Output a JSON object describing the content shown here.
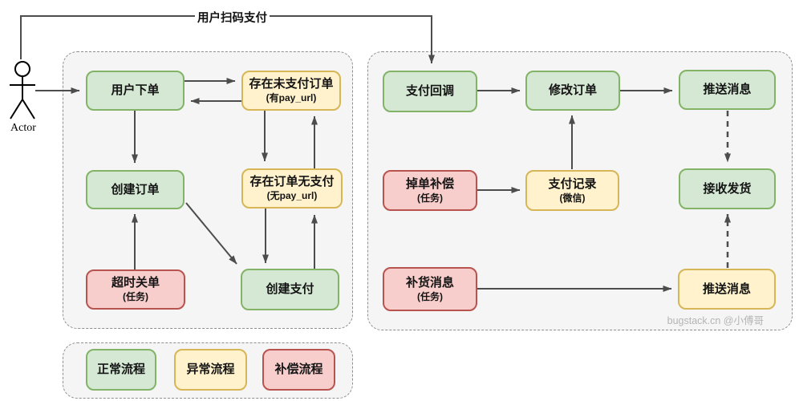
{
  "connector": {
    "label": "用户扫码支付"
  },
  "actor": {
    "label": "Actor"
  },
  "watermark": "bugstack.cn @小傅哥",
  "nodes": {
    "user_order": {
      "title": "用户下单"
    },
    "unpaid_order": {
      "title": "存在未支付订单",
      "subtitle": "(有pay_url)"
    },
    "create_order": {
      "title": "创建订单"
    },
    "order_without_pay": {
      "title": "存在订单无支付",
      "subtitle": "(无pay_url)"
    },
    "timeout_close": {
      "title": "超时关单",
      "subtitle": "(任务)"
    },
    "create_pay": {
      "title": "创建支付"
    },
    "pay_callback": {
      "title": "支付回调"
    },
    "modify_order": {
      "title": "修改订单"
    },
    "push_message_top": {
      "title": "推送消息"
    },
    "drop_order_comp": {
      "title": "掉单补偿",
      "subtitle": "(任务)"
    },
    "pay_record": {
      "title": "支付记录",
      "subtitle": "(微信)"
    },
    "receive_ship": {
      "title": "接收发货"
    },
    "restock_message": {
      "title": "补货消息",
      "subtitle": "(任务)"
    },
    "push_message_bottom": {
      "title": "推送消息"
    }
  },
  "legend": {
    "items": [
      {
        "label": "正常流程",
        "type": "normal"
      },
      {
        "label": "异常流程",
        "type": "abnormal"
      },
      {
        "label": "补偿流程",
        "type": "compensation"
      }
    ]
  },
  "colors": {
    "normal_fill": "#d5e8d4",
    "normal_border": "#82b366",
    "abnormal_fill": "#fff2cc",
    "abnormal_border": "#d6b656",
    "compensation_fill": "#f8cecc",
    "compensation_border": "#b85450",
    "panel_fill": "#f5f5f5",
    "arrow": "#4d4d4d"
  }
}
